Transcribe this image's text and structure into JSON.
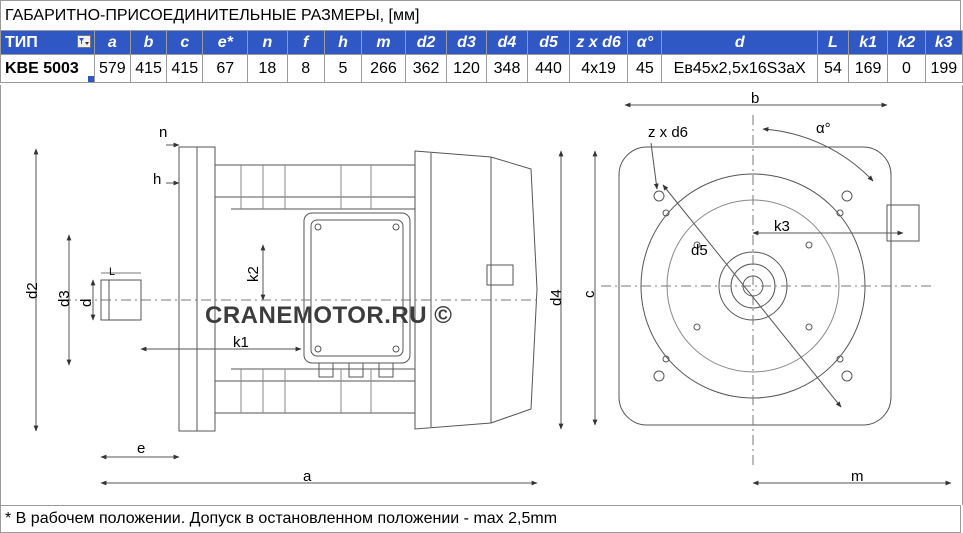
{
  "title": "ГАБАРИТНО-ПРИСОЕДИНИТЕЛЬНЫЕ РАЗМЕРЫ, [мм]",
  "table": {
    "headers": [
      "ТИП",
      "a",
      "b",
      "c",
      "e*",
      "n",
      "f",
      "h",
      "m",
      "d2",
      "d3",
      "d4",
      "d5",
      "z x d6",
      "α°",
      "d",
      "L",
      "k1",
      "k2",
      "k3"
    ],
    "row": [
      "KBE 5003",
      "579",
      "415",
      "415",
      "67",
      "18",
      "8",
      "5",
      "266",
      "362",
      "120",
      "348",
      "440",
      "4x19",
      "45",
      "Ев45х2,5х16S3аХ",
      "54",
      "169",
      "0",
      "199"
    ]
  },
  "colors": {
    "header_bg": "#2f58c4",
    "header_text": "#ffffff",
    "grid": "#9a9a9a"
  },
  "watermark": "CRANEMOTOR.RU ©",
  "labels": {
    "n": "n",
    "h": "h",
    "L": "L",
    "d": "d",
    "d2": "d2",
    "d3": "d3",
    "d4": "d4",
    "k1": "k1",
    "k2": "k2",
    "e": "e",
    "a": "a",
    "b": "b",
    "c": "c",
    "m": "m",
    "zxd6": "z x d6",
    "alpha": "α°",
    "d5": "d5",
    "k3": "k3"
  },
  "footnote": "* В рабочем положении. Допуск в остановленном положении - max 2,5mm"
}
